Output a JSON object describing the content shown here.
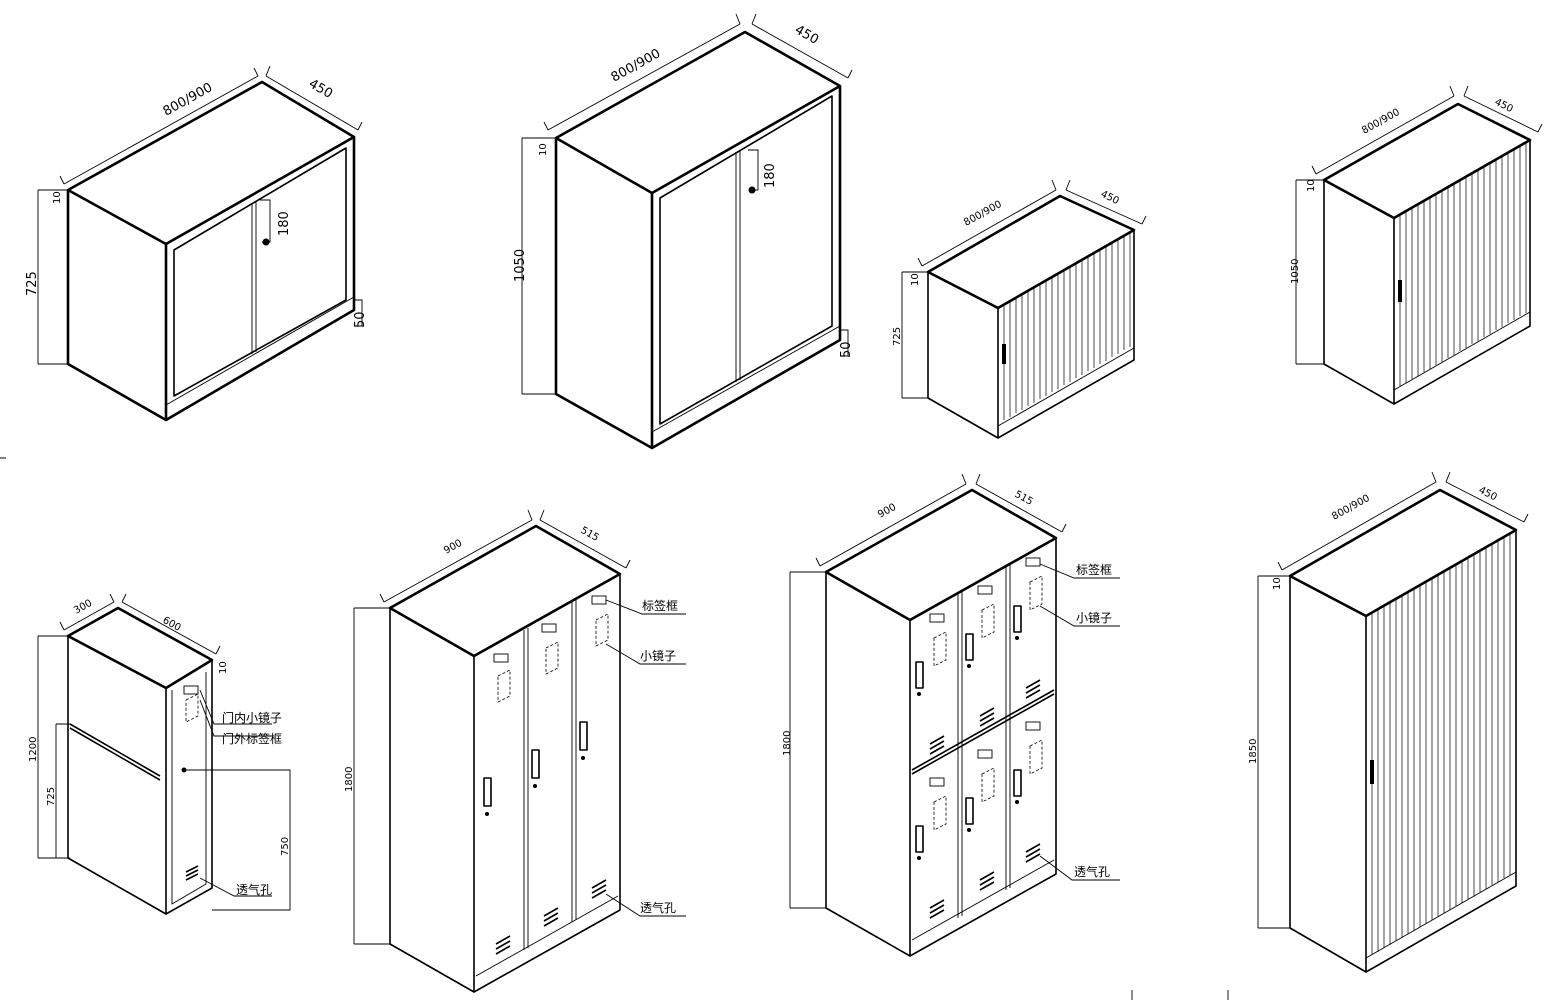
{
  "diagram": {
    "cabinets": [
      {
        "id": "c1",
        "width_label": "800/900",
        "depth_label": "450",
        "height_label": "725",
        "top_label": "10",
        "base_label": "50",
        "handle_label": "180"
      },
      {
        "id": "c2",
        "width_label": "800/900",
        "depth_label": "450",
        "height_label": "1050",
        "top_label": "10",
        "base_label": "50",
        "handle_label": "180"
      },
      {
        "id": "c3",
        "width_label": "800/900",
        "depth_label": "450",
        "height_label": "725",
        "top_label": "10"
      },
      {
        "id": "c4",
        "width_label": "800/900",
        "depth_label": "450",
        "height_label": "1050",
        "top_label": "10"
      },
      {
        "id": "c5",
        "width_label": "300",
        "depth_label": "600",
        "height_label": "1200",
        "mid_label": "725",
        "top_label": "10",
        "side_label": "750",
        "callouts": [
          "门内小镜子",
          "门外标签框",
          "透气孔"
        ]
      },
      {
        "id": "c6",
        "width_label": "900",
        "depth_label": "515",
        "height_label": "1800",
        "callouts": [
          "标签框",
          "小镜子",
          "透气孔"
        ]
      },
      {
        "id": "c7",
        "width_label": "900",
        "depth_label": "515",
        "height_label": "1800",
        "callouts": [
          "标签框",
          "小镜子",
          "透气孔"
        ]
      },
      {
        "id": "c8",
        "width_label": "800/900",
        "depth_label": "450",
        "height_label": "1850",
        "top_label": "10"
      }
    ]
  }
}
